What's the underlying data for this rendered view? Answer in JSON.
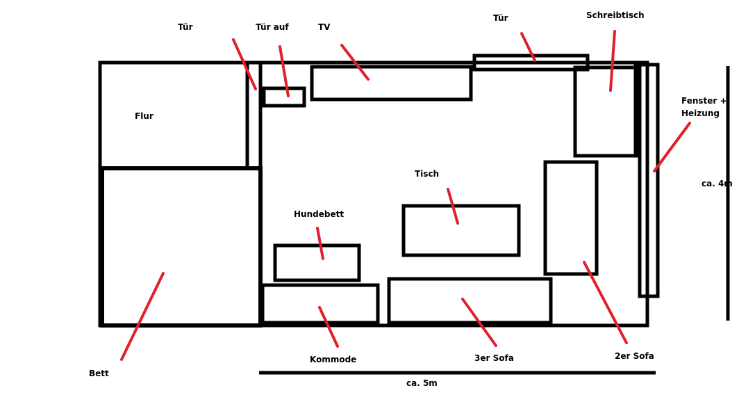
{
  "title": "Wohnzimmer Grundriss",
  "colors": {
    "outline": "#000000",
    "pointer": "#e0202a",
    "background": "#ffffff"
  },
  "labels": {
    "door_left": "Tür",
    "door_open": "Tür auf",
    "tv": "TV",
    "door_top": "Tür",
    "desk": "Schreibtisch",
    "window_line1": "Fenster +",
    "window_line2": "Heizung",
    "hall": "Flur",
    "table": "Tisch",
    "dog_bed": "Hundebett",
    "bed": "Bett",
    "dresser": "Kommode",
    "sofa3": "3er Sofa",
    "sofa2": "2er Sofa"
  },
  "dimensions": {
    "height": "ca. 4m",
    "width": "ca. 5m"
  }
}
